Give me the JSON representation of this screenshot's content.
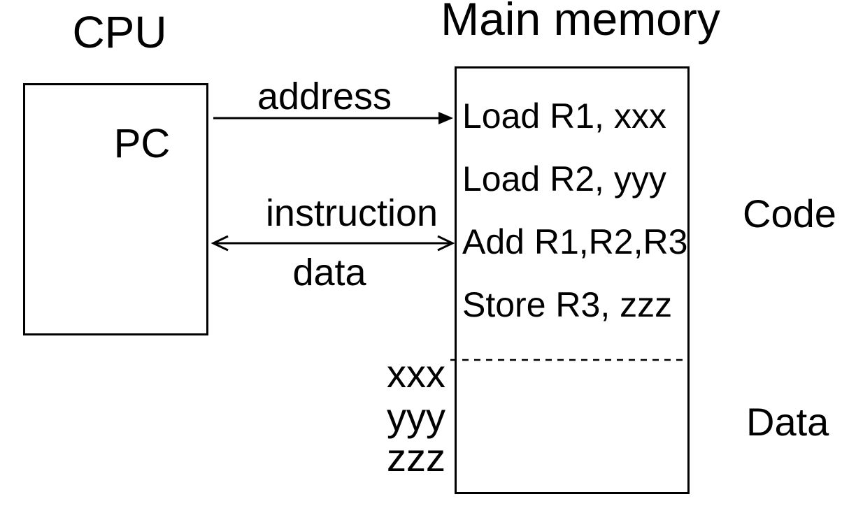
{
  "diagram": {
    "cpu": {
      "title": "CPU",
      "register": "PC"
    },
    "memory": {
      "title": "Main memory",
      "instructions": [
        "Load R1, xxx",
        "Load R2, yyy",
        "Add R1,R2,R3",
        "Store R3, zzz"
      ],
      "data_slots": [
        "xxx",
        "yyy",
        "zzz"
      ],
      "code_section_label": "Code",
      "data_section_label": "Data"
    },
    "buses": {
      "address": "address",
      "instruction": "instruction",
      "data": "data"
    },
    "colors": {
      "foreground": "#000000",
      "background": "#ffffff"
    }
  }
}
